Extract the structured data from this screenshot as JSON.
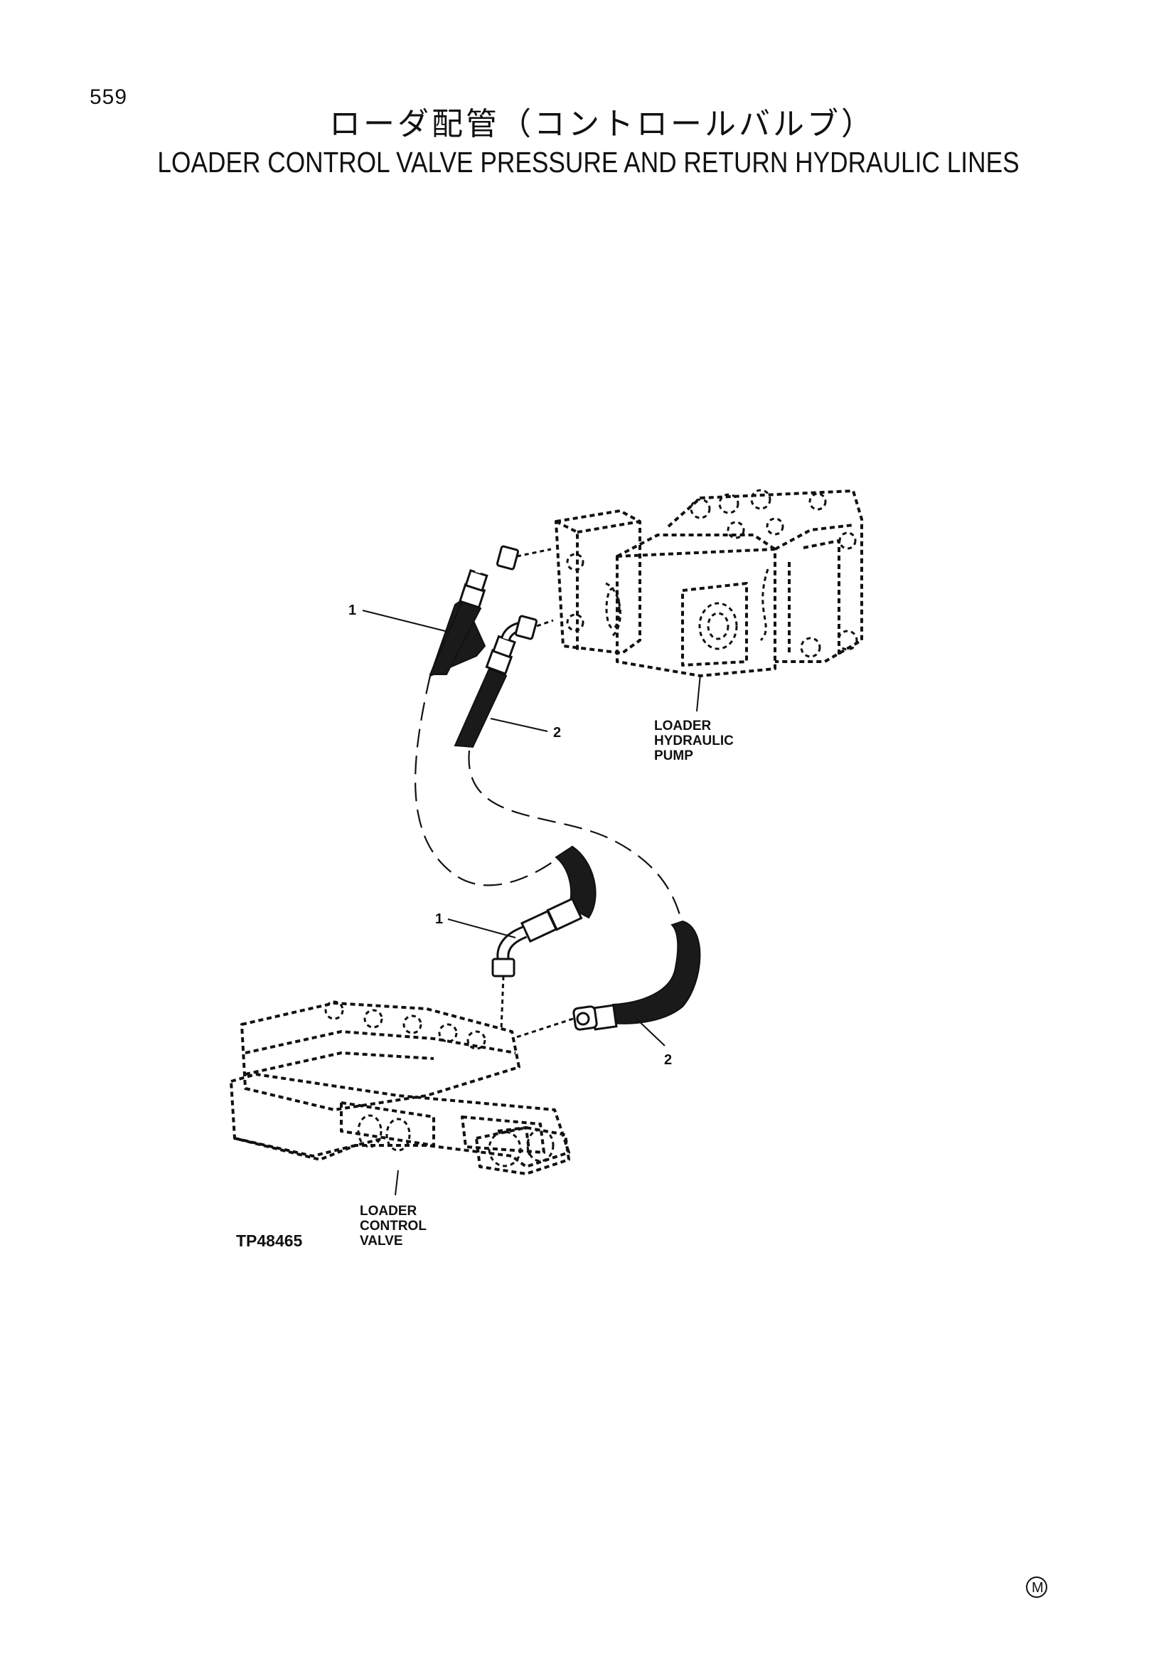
{
  "page_number": "559",
  "title_jp": "ローダ配管（コントロールバルブ）",
  "title_en": "LOADER CONTROL VALVE PRESSURE AND RETURN HYDRAULIC LINES",
  "callouts": {
    "upper_hose_1": "1",
    "upper_hose_2": "2",
    "lower_hose_1": "1",
    "lower_hose_2": "2"
  },
  "components": {
    "pump": [
      "LOADER",
      "HYDRAULIC",
      "PUMP"
    ],
    "valve": [
      "LOADER",
      "CONTROL",
      "VALVE"
    ]
  },
  "figure_id": "TP48465",
  "corner_mark": "M"
}
